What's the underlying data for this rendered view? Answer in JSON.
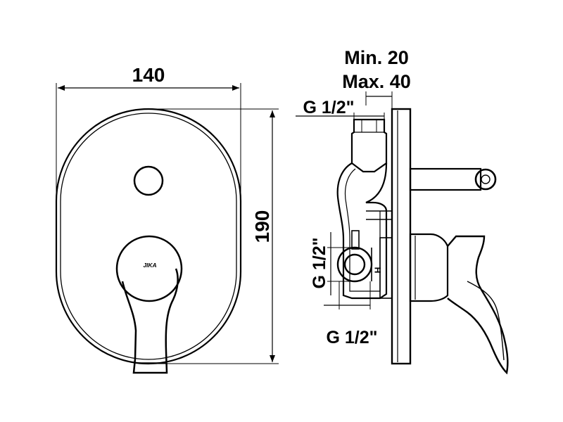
{
  "front_view": {
    "width_label": "140",
    "height_label": "190",
    "brand": "JIKA"
  },
  "side_view": {
    "depth_min_label": "Min. 20",
    "depth_max_label": "Max. 40",
    "top_thread_label": "G 1/2\"",
    "side_thread_label": "G 1/2\"",
    "bottom_thread_label": "G 1/2\"",
    "hot_marker": "H"
  }
}
